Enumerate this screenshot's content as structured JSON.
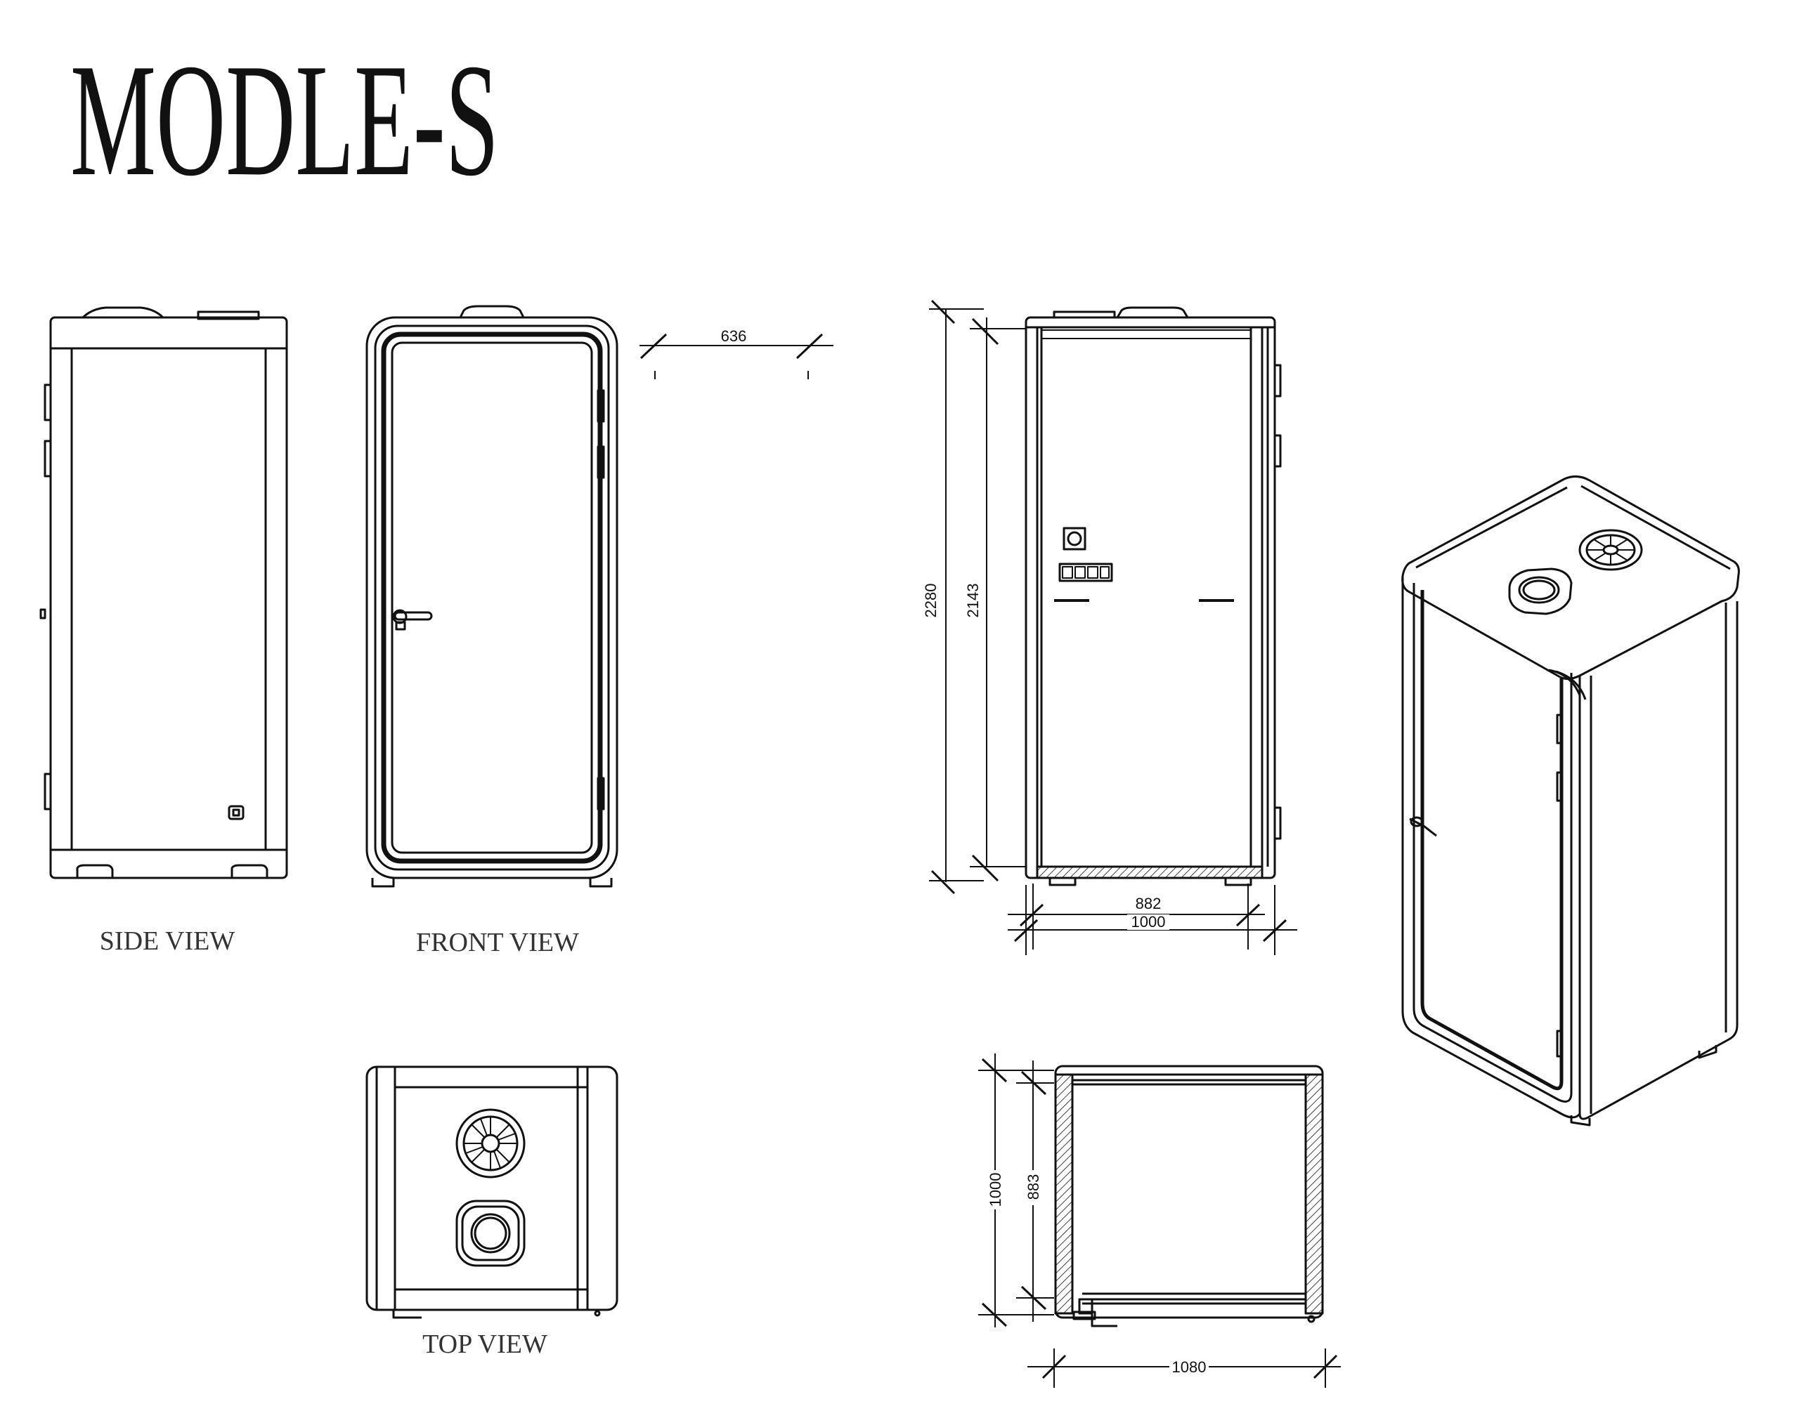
{
  "title": "MODLE-S",
  "views": {
    "side": "SIDE VIEW",
    "front": "FRONT VIEW",
    "top": "TOP VIEW"
  },
  "dimensions": {
    "depth_top": "636",
    "height_total": "2280",
    "height_inner": "2143",
    "width_inner": "882",
    "width_outer": "1000",
    "plan_depth_outer": "1000",
    "plan_depth_inner": "883",
    "plan_width": "1080"
  },
  "colors": {
    "line": "#111111",
    "background": "#ffffff"
  }
}
